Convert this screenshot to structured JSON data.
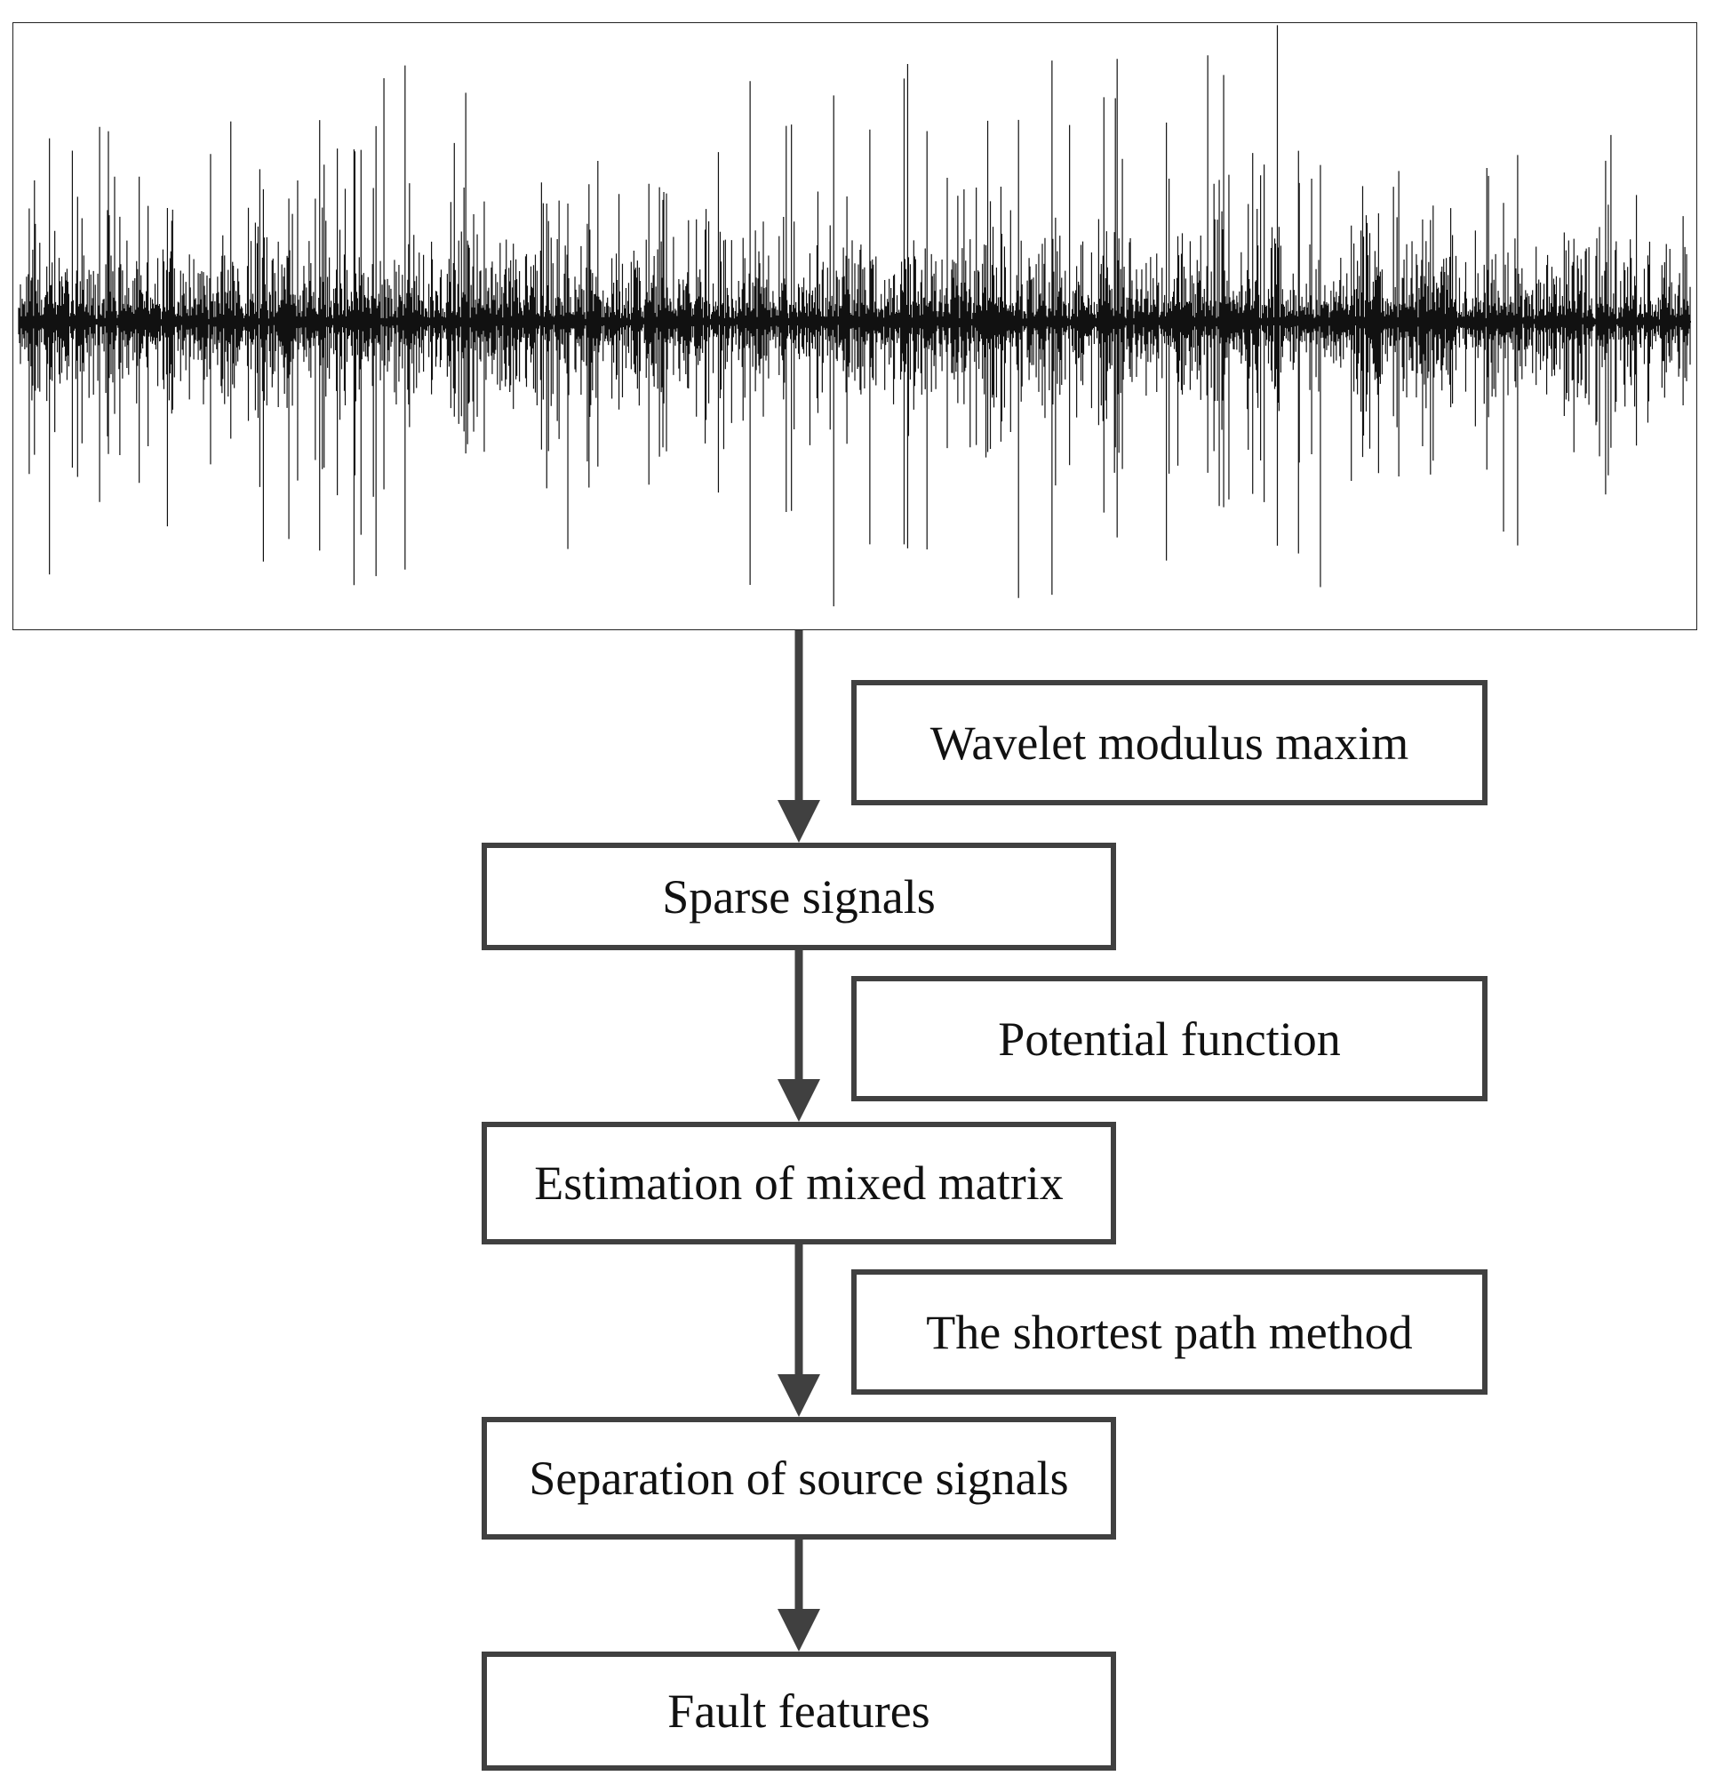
{
  "flowchart": {
    "stages": [
      {
        "id": "sparse",
        "label": "Sparse signals"
      },
      {
        "id": "estimation",
        "label": "Estimation of mixed matrix"
      },
      {
        "id": "separation",
        "label": "Separation of source signals"
      },
      {
        "id": "fault",
        "label": "Fault features"
      }
    ],
    "methods": [
      {
        "id": "wavelet",
        "label": "Wavelet modulus maxim"
      },
      {
        "id": "potential",
        "label": "Potential function"
      },
      {
        "id": "shortest",
        "label": "The shortest path method"
      }
    ]
  },
  "colors": {
    "box_border": "#404040",
    "arrow": "#404040",
    "signal": "#111111",
    "panel_border": "#222222"
  }
}
